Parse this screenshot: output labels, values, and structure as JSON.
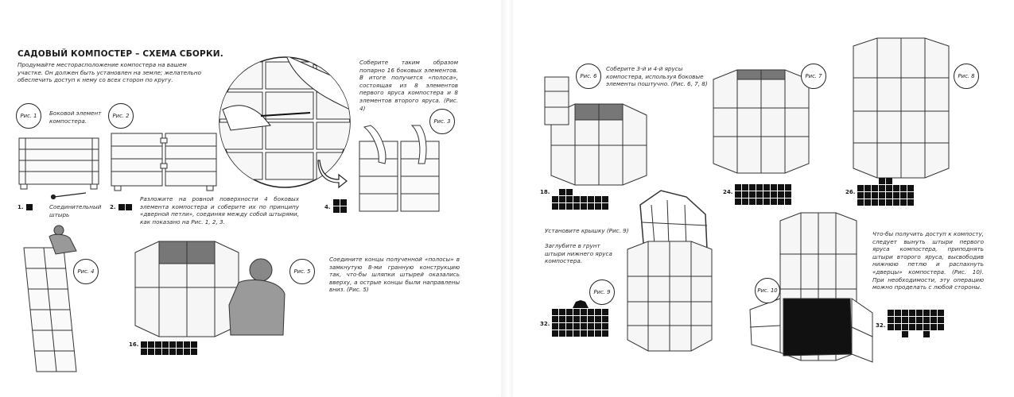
{
  "left_page": {
    "title": "САДОВЫЙ КОМПОСТЕР – СХЕМА СБОРКИ.",
    "intro": "Продумайте месторасположение компостера на вашем участке. Он должен быть установлен на земле; желательно обеспечить доступ к нему со всех сторон по кругу.",
    "fig1_label": "Рис. 1",
    "fig1_caption": "Боковой элемент компостера.",
    "fig2_label": "Рис. 2",
    "fig3_label": "Рис. 3",
    "fig4_label": "Рис. 4",
    "fig5_label": "Рис. 5",
    "pin_caption": "Соединительный штырь",
    "step2_text": "Разложите на ровной поверхности 4 боковых элемента компостера и соберите их по принципу «дверной петли», соединяя между собой штырями, как показано на Рис. 1, 2, 3.",
    "step3_text": "Соберите таким образом попарно 16 боковых элементов. В итоге получится «полоса», состоящая из 8 элементов первого яруса компостера и 8 элементов второго яруса. (Рис. 4)",
    "step5_text": "Соедините концы полученной «полосы» в замкнутую 8-ми гранную конструкцию так, что-бы шляпки штырей оказались вверху, а острые концы были направлены вниз. (Рис. 5)",
    "counts": [
      {
        "num": "1.",
        "qty": 1
      },
      {
        "num": "2.",
        "qty": 2
      },
      {
        "num": "4.",
        "qty": 4
      },
      {
        "num": "16.",
        "qty": 16
      }
    ]
  },
  "right_page": {
    "fig6_label": "Рис. 6",
    "fig7_label": "Рис. 7",
    "fig8_label": "Рис. 8",
    "fig9_label": "Рис. 9",
    "fig10_label": "Рис. 10",
    "step6_text": "Соберите 3-й и 4-й ярусы компостера, используя боковые элементы поштучно. (Рис. 6, 7, 8)",
    "lid_text": "Установите крышку (Рис. 9)",
    "ground_text": "Заглубите в грунт штыри нижнего яруса компостера.",
    "access_text": "Что-бы получить доступ к компосту, следует вынуть штыри первого яруса компостера, приподнять штыри второго яруса, высвободив нижнюю петлю и распахнуть «дверцы» компостера. (Рис. 10). При необходимости, эту операцию можно проделать с любой стороны.",
    "counts": [
      {
        "num": "18.",
        "qty": 18
      },
      {
        "num": "24.",
        "qty": 24
      },
      {
        "num": "26.",
        "qty": 26
      },
      {
        "num": "32.",
        "qty": 32
      },
      {
        "num": "32.",
        "qty": 32
      }
    ]
  }
}
